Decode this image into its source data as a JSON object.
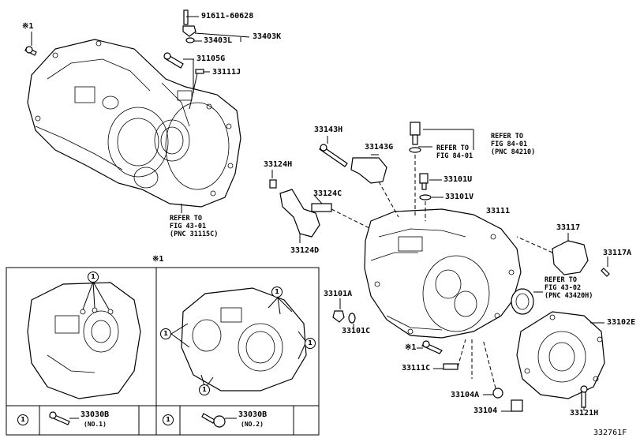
{
  "labels": {
    "p91611": "91611-60628",
    "p33403L": "33403L",
    "p33403K": "33403K",
    "p31105G": "31105G",
    "p33111J": "33111J",
    "p33143H": "33143H",
    "p33143G": "33143G",
    "p33124H": "33124H",
    "p33124C": "33124C",
    "p33124D": "33124D",
    "p33101U": "33101U",
    "p33101V": "33101V",
    "p33111": "33111",
    "p33117": "33117",
    "p33117A": "33117A",
    "p33101A": "33101A",
    "p33101C": "33101C",
    "p33102E": "33102E",
    "p33111C": "33111C",
    "p33104A": "33104A",
    "p33104": "33104",
    "p33121H": "33121H",
    "p33030B_1": "33030B",
    "p33030B_2": "33030B"
  },
  "refs": {
    "fig4301": "REFER TO\nFIG 43-01\n(PNC 31115C)",
    "fig8401a_line1": "REFER TO",
    "fig8401a_line2": "FIG 84-01",
    "fig8401a_line3": "(PNC 84210)",
    "fig8401b": "REFER TO\nFIG 84-01",
    "fig4302": "REFER TO\nFIG 43-02\n(PNC 43420H)"
  },
  "marks": {
    "x1_top": "※1",
    "x1_box": "※1",
    "x1_bolt": "※1",
    "circled_1": "1"
  },
  "legend": {
    "no1": "(NO.1)",
    "no2": "(NO.2)"
  },
  "figure_id": "332761F"
}
